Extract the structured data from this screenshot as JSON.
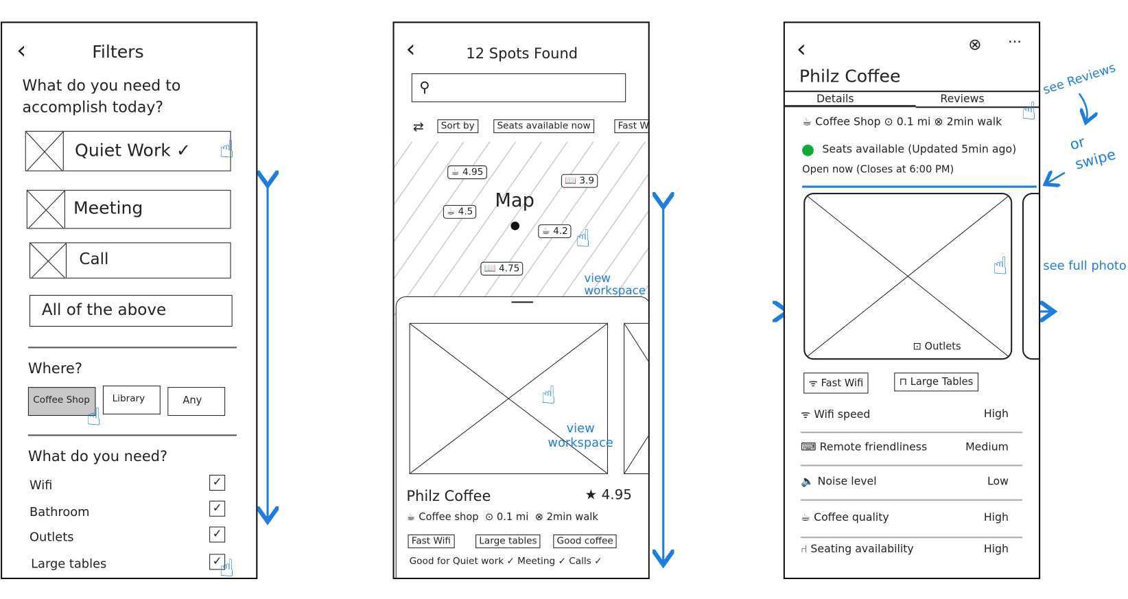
{
  "filters": {
    "title": "Filters",
    "question": "What do you need to accomplish today?",
    "tasks": [
      {
        "label": "Quiet Work ✓",
        "selected": true
      },
      {
        "label": "Meeting"
      },
      {
        "label": "Call"
      },
      {
        "label": "All of the above"
      }
    ],
    "where_label": "Where?",
    "where_options": [
      {
        "label": "Coffee Shop",
        "selected": true
      },
      {
        "label": "Library"
      },
      {
        "label": "Any"
      }
    ],
    "needs_label": "What do you need?",
    "needs": [
      {
        "label": "Wifi",
        "checked": true
      },
      {
        "label": "Bathroom",
        "checked": true
      },
      {
        "label": "Outlets",
        "checked": true
      },
      {
        "label": "Large tables",
        "checked": true
      }
    ]
  },
  "results": {
    "title": "12 Spots Found",
    "search_placeholder": "",
    "chips": [
      "Sort by",
      "Seats available now",
      "Fast W"
    ],
    "map_label": "Map",
    "pins": [
      {
        "icon": "coffee-icon",
        "rating": "4.95"
      },
      {
        "icon": "book-icon",
        "rating": "3.9"
      },
      {
        "icon": "coffee-icon",
        "rating": "4.5"
      },
      {
        "icon": "coffee-icon",
        "rating": "4.2"
      },
      {
        "icon": "book-icon",
        "rating": "4.75"
      }
    ],
    "card": {
      "name": "Philz Coffee",
      "rating": "4.95",
      "type": "Coffee shop",
      "distance": "0.1 mi",
      "walk": "2min walk",
      "tags": [
        "Fast Wifi",
        "Large tables",
        "Good coffee"
      ],
      "good_for": "Good for  Quiet work ✓  Meeting ✓  Calls ✓"
    }
  },
  "detail": {
    "name": "Philz Coffee",
    "tabs": [
      {
        "label": "Details",
        "active": true
      },
      {
        "label": "Reviews"
      }
    ],
    "type": "Coffee Shop",
    "distance": "0.1 mi",
    "walk": "2min walk",
    "seats": "Seats available (Updated 5min ago)",
    "open": "Open now  (Closes at 6:00 PM)",
    "photo_caption": "Outlets",
    "tags": [
      "Fast Wifi",
      "Large Tables"
    ],
    "attributes": [
      {
        "label": "Wifi speed",
        "value": "High",
        "icon": "wifi-icon"
      },
      {
        "label": "Remote friendliness",
        "value": "Medium",
        "icon": "laptop-icon"
      },
      {
        "label": "Noise level",
        "value": "Low",
        "icon": "speaker-icon"
      },
      {
        "label": "Coffee quality",
        "value": "High",
        "icon": "coffee-icon"
      },
      {
        "label": "Seating availability",
        "value": "High",
        "icon": "chair-icon"
      }
    ]
  },
  "annotations": {
    "view_workspace_1": "view workspace",
    "view_workspace_2": "view workspace",
    "see_reviews": "see Reviews",
    "or_swipe": "or swipe",
    "see_full_photo": "see full photo"
  },
  "colors": {
    "annotation": "#1e7ee0",
    "seats_dot": "#10aa3a",
    "selected_chip": "#c8c8c8"
  }
}
